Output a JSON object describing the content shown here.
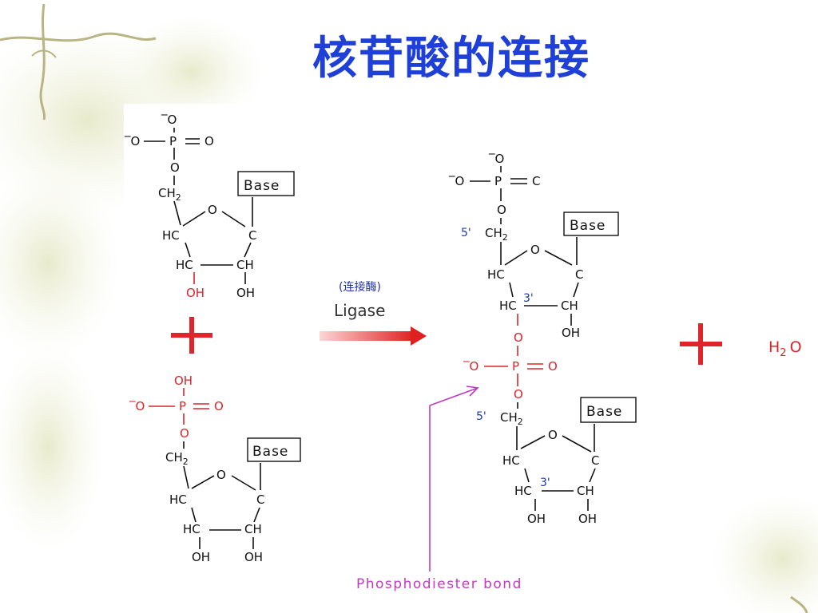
{
  "slide": {
    "title": "核苷酸的连接"
  },
  "reaction": {
    "enzyme_cn": "(连接酶)",
    "enzyme_en": "Ligase",
    "product_byproduct": "H",
    "water_sub": "2",
    "water_o": "O",
    "bond_label": "Phosphodiester bond"
  },
  "labels": {
    "base": "Base",
    "o_minus": "O",
    "p": "P",
    "o": "O",
    "ch2": "CH",
    "ch2_sub": "2",
    "hc": "HC",
    "c": "C",
    "ch": "CH",
    "oh": "OH",
    "five_prime": "5'",
    "three_prime": "3'"
  },
  "colors": {
    "title": "#1e3fd8",
    "plus": "#e0242c",
    "oh_highlight": "#d8262c",
    "prime_numbers": "#1a3ab0",
    "bond_arrow": "#c03ac0"
  }
}
